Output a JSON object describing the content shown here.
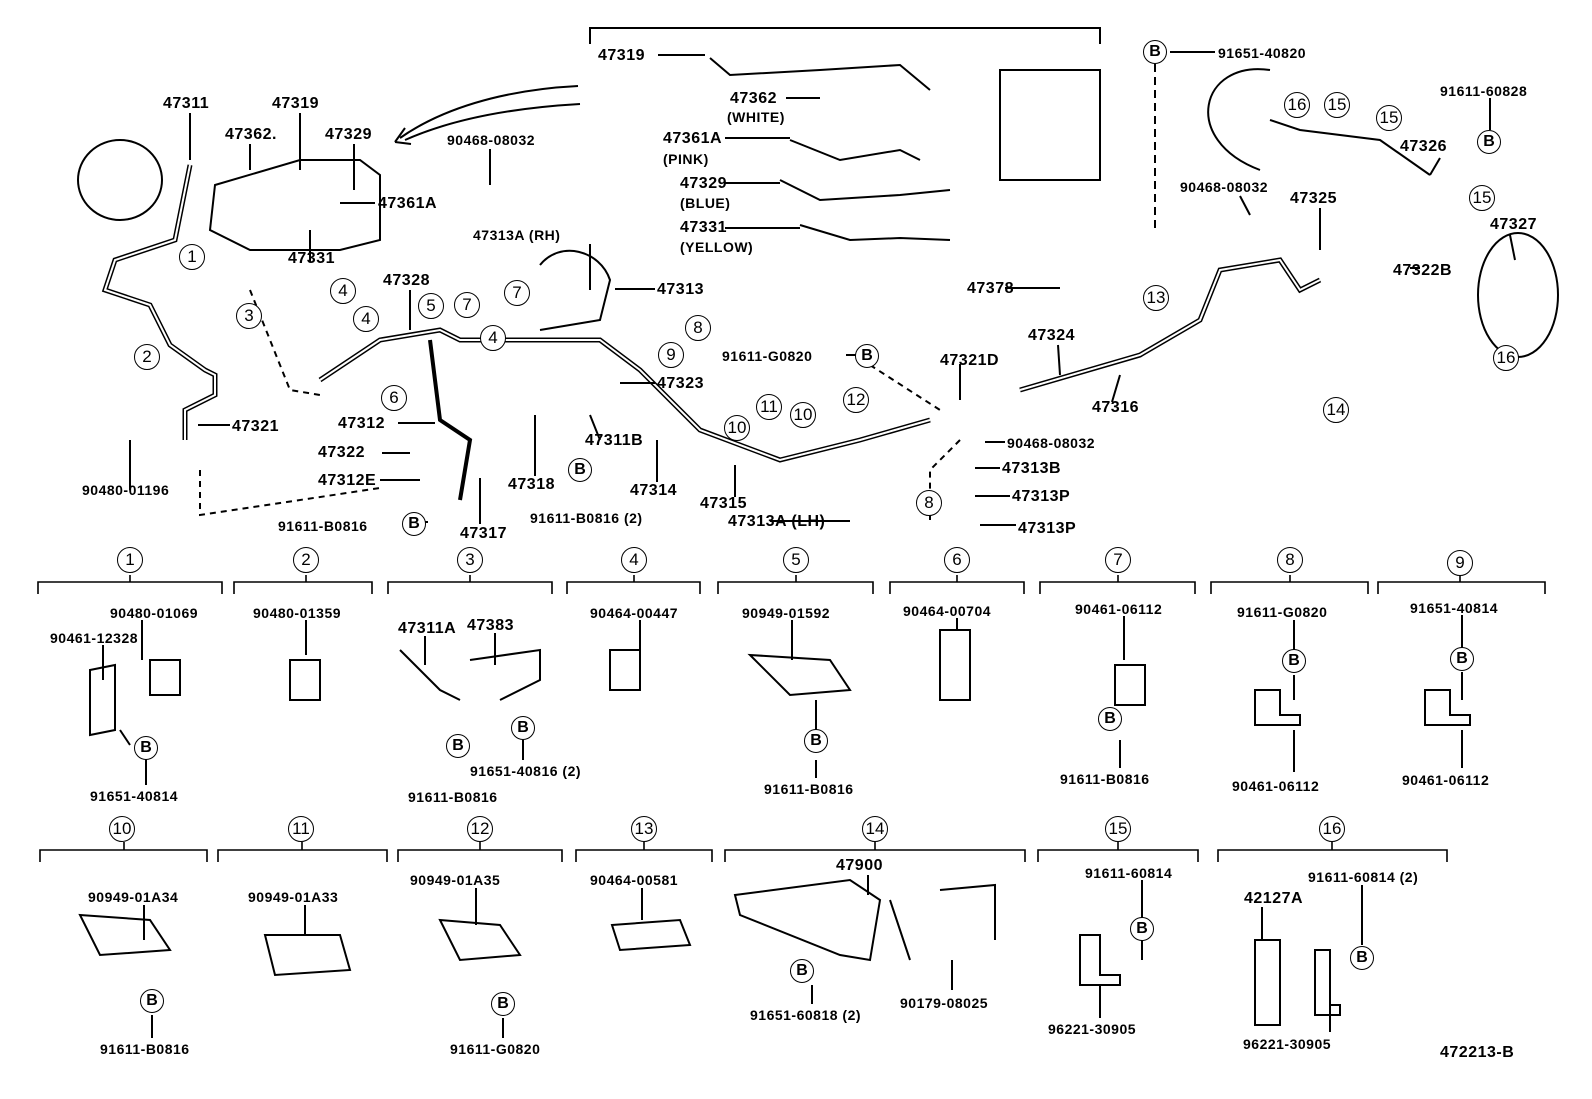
{
  "top_inset": {
    "labels": [
      "47319",
      "47362",
      "(WHITE)",
      "47361A",
      "(PINK)",
      "47329",
      "(BLUE)",
      "47331",
      "(YELLOW)"
    ]
  },
  "main_labels": [
    "47311",
    "47319",
    "47362.",
    "47329",
    "47361A",
    "47331",
    "90468-08032",
    "47313A (RH)",
    "47328",
    "47313",
    "47323",
    "47312",
    "47322",
    "47312E",
    "47321",
    "90480-01196",
    "91611-B0816",
    "47317",
    "47318",
    "47311B",
    "91611-B0816 (2)",
    "47314",
    "47315",
    "47313A (LH)",
    "91611-G0820",
    "47321D",
    "90468-08032",
    "47313B",
    "47313P",
    "47313P",
    "47324",
    "47316",
    "47378",
    "91651-40820",
    "91611-60828",
    "47326",
    "90468-08032",
    "47325",
    "47327",
    "47322B"
  ],
  "callouts": [
    "1",
    "2",
    "3",
    "4",
    "4",
    "5",
    "7",
    "4",
    "7",
    "6",
    "8",
    "9",
    "10",
    "11",
    "10",
    "12",
    "8",
    "13",
    "14",
    "16",
    "15",
    "15",
    "15",
    "16"
  ],
  "bolt_marker": "B",
  "panels": [
    {
      "number": "1",
      "parts": [
        "90480-01069",
        "90461-12328",
        "91651-40814"
      ]
    },
    {
      "number": "2",
      "parts": [
        "90480-01359"
      ]
    },
    {
      "number": "3",
      "parts": [
        "47311A",
        "47383",
        "91651-40816 (2)",
        "91611-B0816"
      ]
    },
    {
      "number": "4",
      "parts": [
        "90464-00447"
      ]
    },
    {
      "number": "5",
      "parts": [
        "90949-01592",
        "91611-B0816"
      ]
    },
    {
      "number": "6",
      "parts": [
        "90464-00704"
      ]
    },
    {
      "number": "7",
      "parts": [
        "90461-06112",
        "91611-B0816"
      ]
    },
    {
      "number": "8",
      "parts": [
        "91611-G0820",
        "90461-06112"
      ]
    },
    {
      "number": "9",
      "parts": [
        "91651-40814",
        "90461-06112"
      ]
    },
    {
      "number": "10",
      "parts": [
        "90949-01A34",
        "91611-B0816"
      ]
    },
    {
      "number": "11",
      "parts": [
        "90949-01A33"
      ]
    },
    {
      "number": "12",
      "parts": [
        "90949-01A35",
        "91611-G0820"
      ]
    },
    {
      "number": "13",
      "parts": [
        "90464-00581"
      ]
    },
    {
      "number": "14",
      "parts": [
        "47900",
        "91651-60818 (2)",
        "90179-08025"
      ]
    },
    {
      "number": "15",
      "parts": [
        "91611-60814",
        "96221-30905"
      ]
    },
    {
      "number": "16",
      "parts": [
        "91611-60814 (2)",
        "42127A",
        "96221-30905"
      ]
    }
  ],
  "figure_code": "472213-B"
}
